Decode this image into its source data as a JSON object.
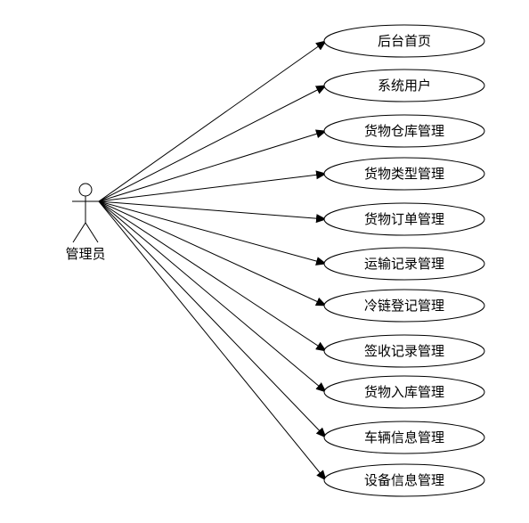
{
  "actor": {
    "label": "管理员",
    "icon": "stick-figure-icon"
  },
  "use_cases": [
    {
      "label": "后台首页"
    },
    {
      "label": "系统用户"
    },
    {
      "label": "货物仓库管理"
    },
    {
      "label": "货物类型管理"
    },
    {
      "label": "货物订单管理"
    },
    {
      "label": "运输记录管理"
    },
    {
      "label": "冷链登记管理"
    },
    {
      "label": "签收记录管理"
    },
    {
      "label": "货物入库管理"
    },
    {
      "label": "车辆信息管理"
    },
    {
      "label": "设备信息管理"
    }
  ]
}
